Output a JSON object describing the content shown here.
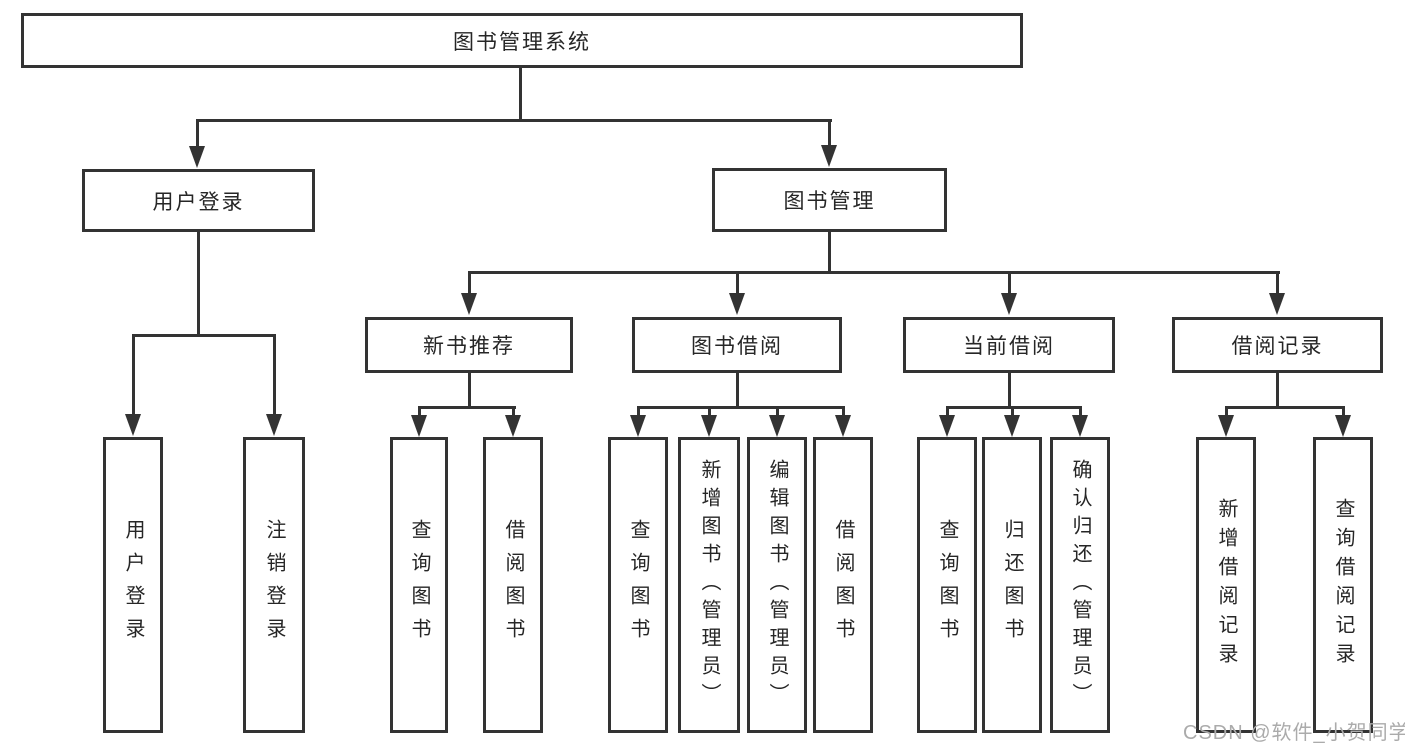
{
  "diagram": {
    "root": {
      "label": "图书管理系统"
    },
    "level2": {
      "user_login": {
        "label": "用户登录"
      },
      "book_management": {
        "label": "图书管理"
      }
    },
    "level3": {
      "new_book_rec": {
        "label": "新书推荐"
      },
      "book_borrow": {
        "label": "图书借阅"
      },
      "current_borrow": {
        "label": "当前借阅"
      },
      "borrow_records": {
        "label": "借阅记录"
      }
    },
    "leaves": {
      "user_login": {
        "label": "用户登录"
      },
      "logout": {
        "label": "注销登录"
      },
      "rec_query_books": {
        "label": "查询图书"
      },
      "rec_borrow_books": {
        "label": "借阅图书"
      },
      "bb_query_books": {
        "label": "查询图书"
      },
      "bb_add_books": {
        "label": "新增图书（管理员）"
      },
      "bb_edit_books": {
        "label": "编辑图书（管理员）"
      },
      "bb_borrow_books": {
        "label": "借阅图书"
      },
      "cb_query_books": {
        "label": "查询图书"
      },
      "cb_return_books": {
        "label": "归还图书"
      },
      "cb_confirm_return": {
        "label": "确认归还（管理员）"
      },
      "br_add_record": {
        "label": "新增借阅记录"
      },
      "br_query_record": {
        "label": "查询借阅记录"
      }
    }
  },
  "watermark": {
    "text": "CSDN @软件_小贺同学"
  },
  "colors": {
    "line": "#333333",
    "box_border": "#333333",
    "box_fill": "#ffffff",
    "text": "#262626",
    "watermark": "#ababab",
    "background": "#ffffff"
  }
}
